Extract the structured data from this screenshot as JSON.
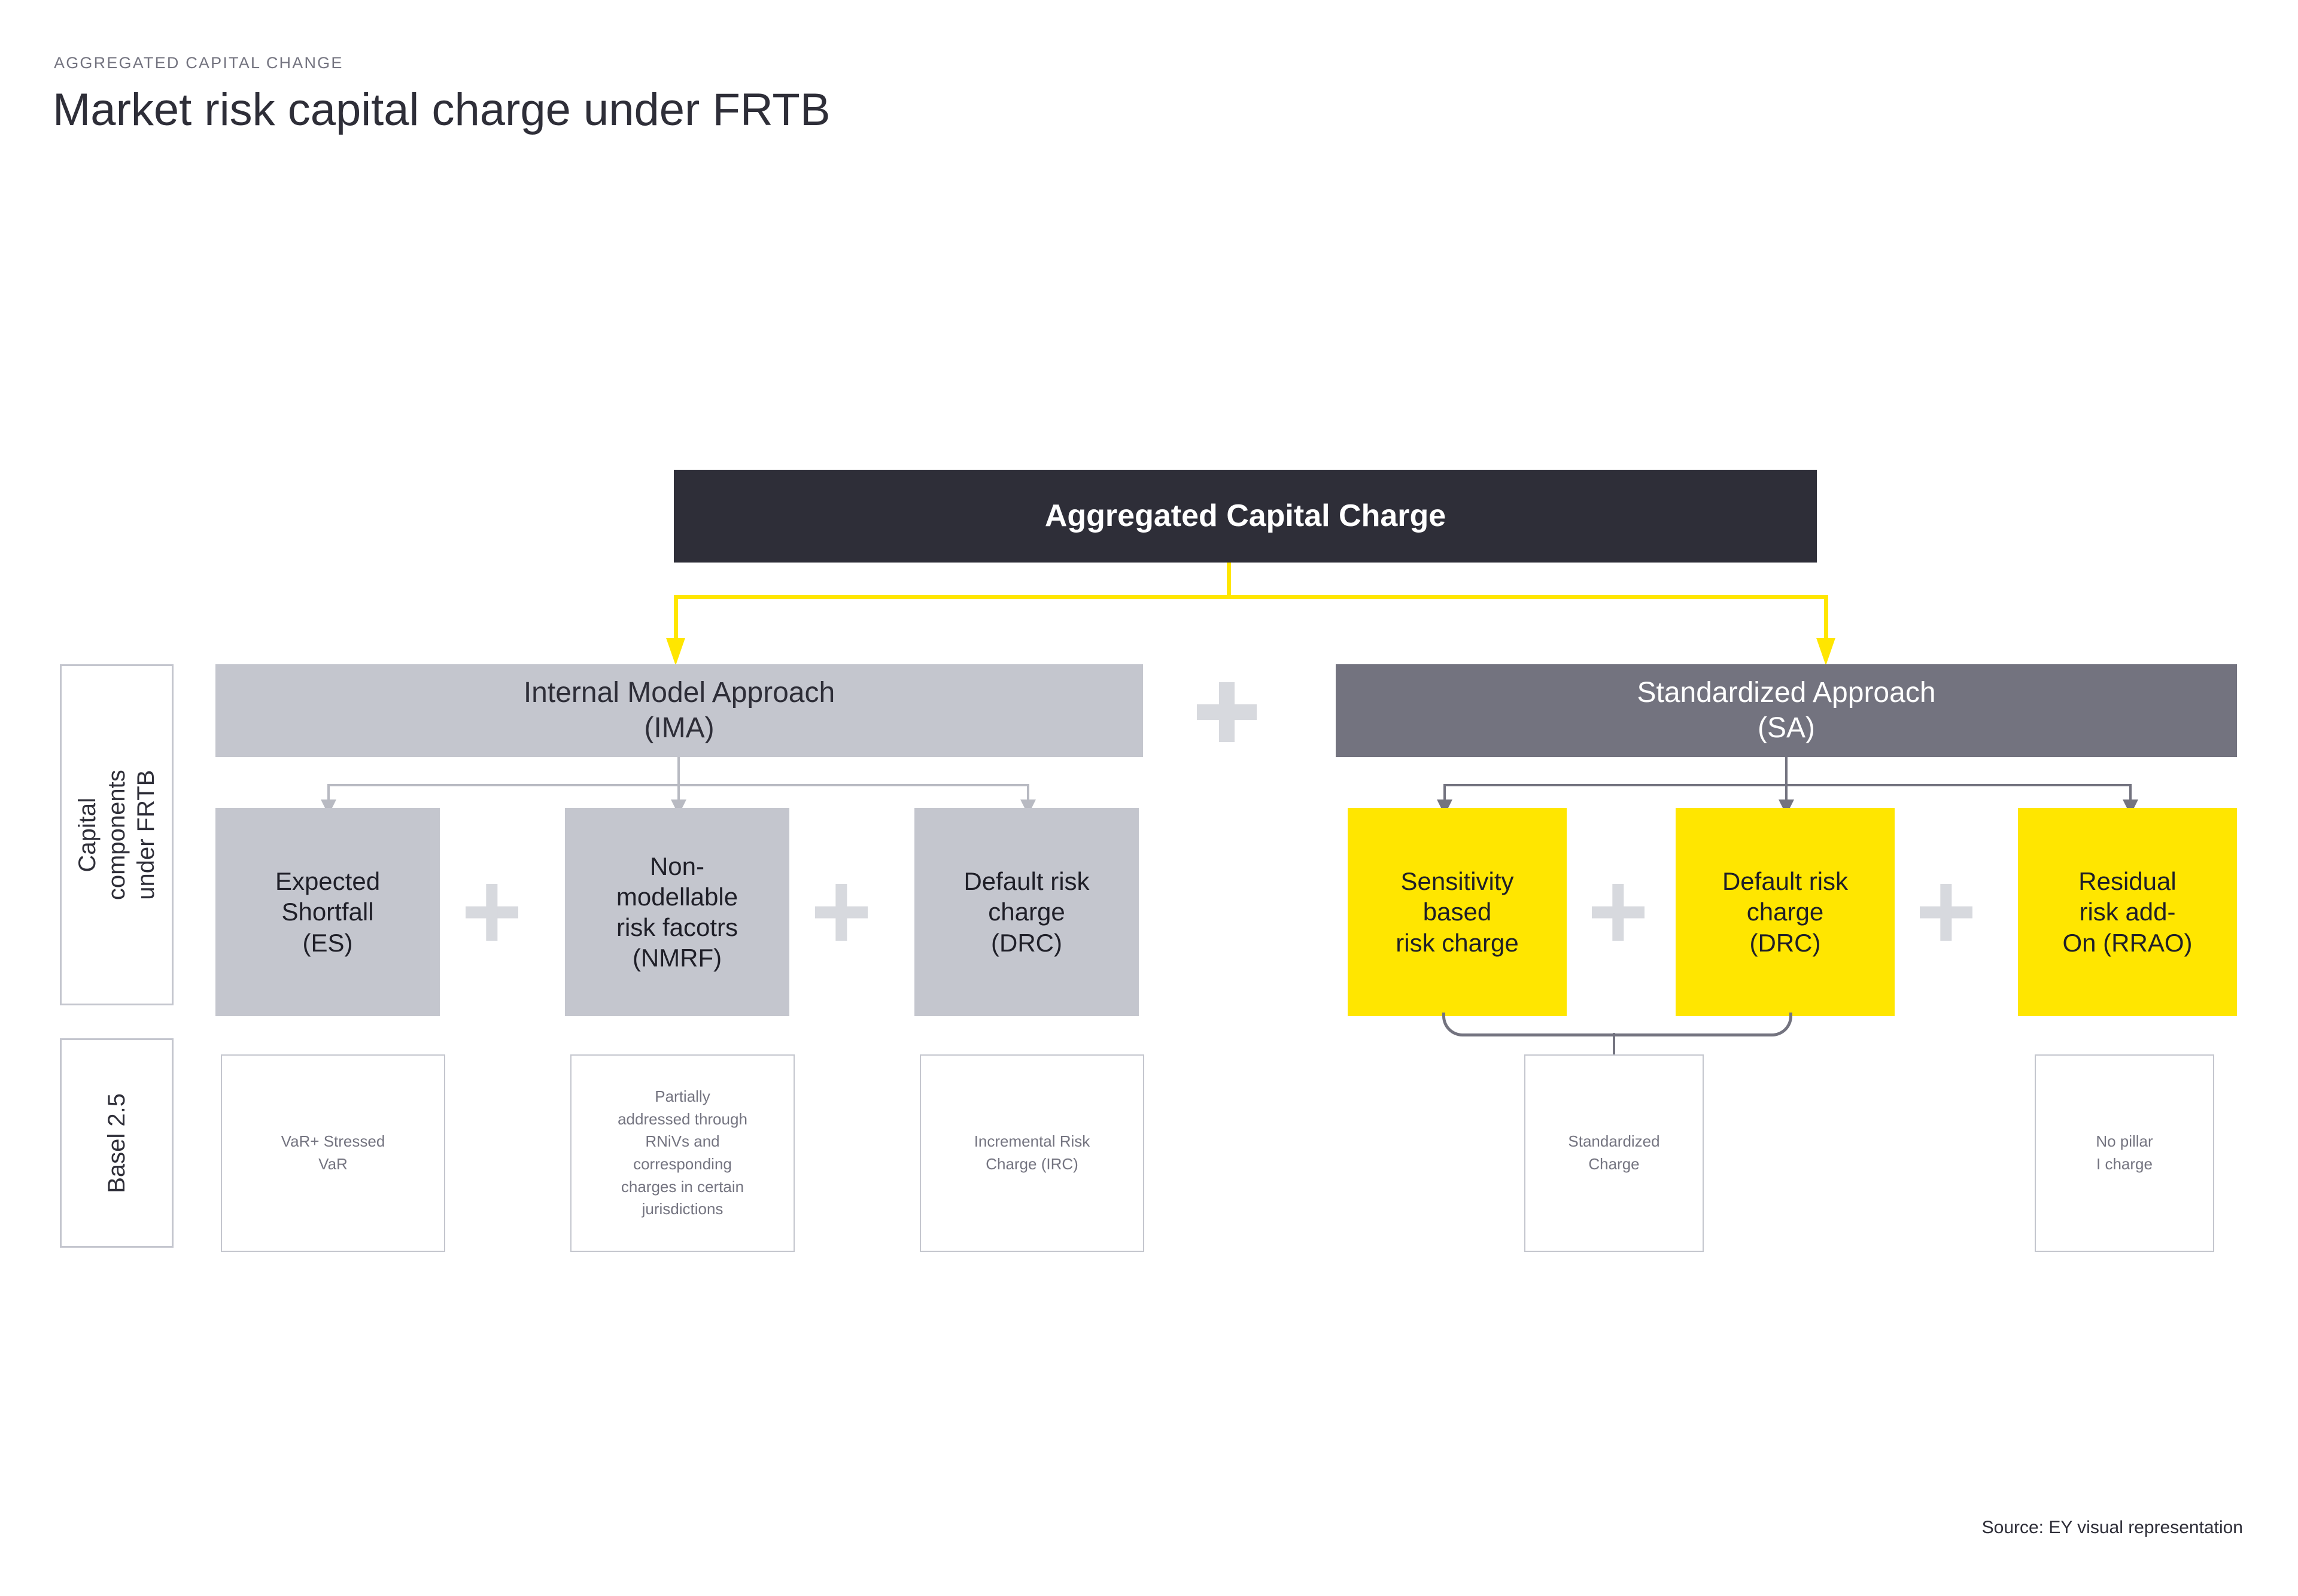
{
  "header": {
    "eyebrow": "AGGREGATED CAPITAL CHANGE",
    "title": "Market risk capital charge under FRTB"
  },
  "colors": {
    "brand_yellow": "#FFE600",
    "dark": "#2E2E38",
    "gray_light": "#C4C6CE",
    "gray_dark": "#73737F",
    "gray_text": "#747480",
    "plus_gray": "#D7D9DE"
  },
  "row_labels": [
    {
      "id": "capital-components",
      "text": "Capital components\nunder FRTB"
    },
    {
      "id": "basel-25",
      "text": "Basel 2.5"
    }
  ],
  "diagram": {
    "type": "hierarchy",
    "root": {
      "label": "Aggregated Capital Charge"
    },
    "operators": {
      "between_approaches": "+",
      "between_components": "+"
    },
    "branches": [
      {
        "id": "ima",
        "label": "Internal Model Approach\n(IMA)",
        "style": "gray-light",
        "components": [
          {
            "id": "es",
            "label": "Expected\nShortfall\n(ES)",
            "style": "gray",
            "basel": "VaR+ Stressed\nVaR"
          },
          {
            "id": "nmrf",
            "label": "Non-\nmodellable\nrisk facotrs\n(NMRF)",
            "style": "gray",
            "basel": "Partially\naddressed through\nRNiVs and\ncorresponding\ncharges in certain\njurisdictions"
          },
          {
            "id": "drc",
            "label": "Default risk\ncharge\n(DRC)",
            "style": "gray",
            "basel": "Incremental Risk\nCharge (IRC)"
          }
        ]
      },
      {
        "id": "sa",
        "label": "Standardized Approach\n(SA)",
        "style": "gray-dark",
        "components": [
          {
            "id": "sbm",
            "label": "Sensitivity\nbased\nrisk charge",
            "style": "yellow",
            "basel": null
          },
          {
            "id": "drc-sa",
            "label": "Default risk\ncharge\n(DRC)",
            "style": "yellow",
            "basel": null
          },
          {
            "id": "rrao",
            "label": "Residual\nrisk add-\nOn (RRAO)",
            "style": "yellow",
            "basel": "No pillar\nI charge"
          }
        ],
        "grouped_basel": {
          "members": [
            "sbm",
            "drc-sa"
          ],
          "label": "Standardized\nCharge"
        }
      }
    ]
  },
  "footer": {
    "source": "Source: EY visual representation"
  }
}
